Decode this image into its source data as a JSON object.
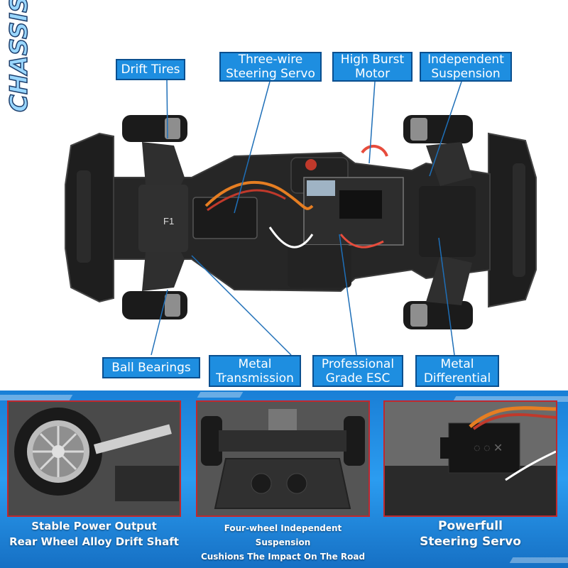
{
  "title_word": "CHASSIS",
  "callouts": {
    "drift_tires": "Drift Tires",
    "steering_servo": [
      "Three-wire",
      "Steering Servo"
    ],
    "motor": [
      "High Burst",
      "Motor"
    ],
    "suspension": [
      "Independent",
      "Suspension"
    ],
    "ball_bearings": "Ball Bearings",
    "transmission": [
      "Metal",
      "Transmission"
    ],
    "esc": [
      "Professional",
      "Grade ESC"
    ],
    "differential": [
      "Metal",
      "Differential"
    ]
  },
  "part_marks": {
    "f1": "F1"
  },
  "panels": [
    {
      "caption": [
        "Stable Power Output",
        "Rear Wheel Alloy Drift Shaft"
      ]
    },
    {
      "caption": [
        "Four-wheel Independent Suspension",
        "Cushions The Impact On The Road"
      ]
    },
    {
      "caption": [
        "Powerfull",
        "Steering Servo"
      ]
    }
  ],
  "colors": {
    "label_bg": "#1e8ee0",
    "label_border": "#0a4f8f",
    "banner_bg": "#2b9cf0",
    "panel_border": "#c0282d"
  }
}
